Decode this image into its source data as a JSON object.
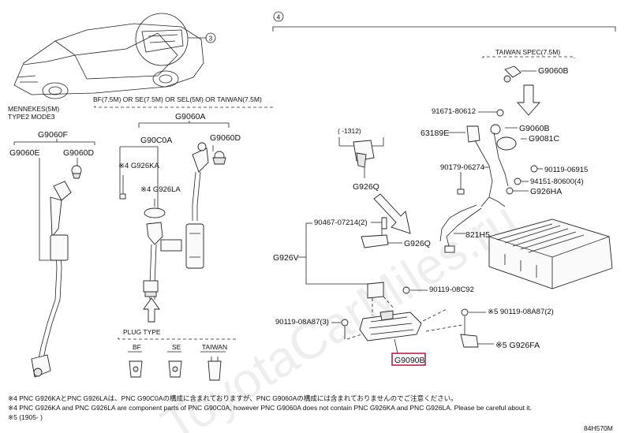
{
  "section_callout": "4",
  "car_callout": "3",
  "headings": {
    "left_top": "MENNEKES(5M)",
    "left_sub": "TYPE2 MODE3",
    "middle_top": "BF(7.5M) OR SE(7.5M) OR SEL(5M) OR TAIWAN(7.5M)",
    "taiwan_spec": "TAIWAN SPEC(7.5M)",
    "bracket_date": "(    -1312)",
    "plug_type": "PLUG TYPE",
    "plug_bf": "BF",
    "plug_se": "SE",
    "plug_taiwan": "TAIWAN"
  },
  "labels": {
    "g9060f": "G9060F",
    "g9060e": "G9060E",
    "g9060d_left": "G9060D",
    "g9060a": "G9060A",
    "g90c0a": "G90C0A",
    "g926ka": "※4 G926KA",
    "g926la": "※4 G926LA",
    "g9060d_mid": "G9060D",
    "g9060b_top": "G9060B",
    "p91671": "91671-80612",
    "p63189e": "63189E",
    "g9060b_mid": "G9060B",
    "g9081c": "G9081C",
    "p90179": "90179-06274",
    "p90119_0615": "90119-06915",
    "p94151": "94151-80600(4)",
    "g926ha": "G926HA",
    "p821h5": "821H5",
    "g926q_top": "G926Q",
    "p90467": "90467-07214(2)",
    "g926q_mid": "G926Q",
    "g926v": "G926V",
    "p90119_08c92": "90119-08C92",
    "p90119_08a87_l": "90119-08A87(3)",
    "p90119_08a87_r": "※5 90119-08A87(2)",
    "g926fa": "※5 G926FA",
    "g9090b": "G9090B"
  },
  "notes": {
    "line1": "※4 PNC G926KAとPNC G926LAは、PNC G90C0Aの構成に含まれておりますが、PNC G9060Aの構成には含まれておりませんのでご注意ください。",
    "line2": "※4 PNC G926KA and PNC G926LA are component parts of PNC G90C0A, however PNC G9060A does not contain PNC G926KA and PNC G926LA. Please be careful about it.",
    "line3": "※5 (1905-  )"
  },
  "figure_code": "84H570M",
  "watermark": "ToyotaCarMiles.ru"
}
